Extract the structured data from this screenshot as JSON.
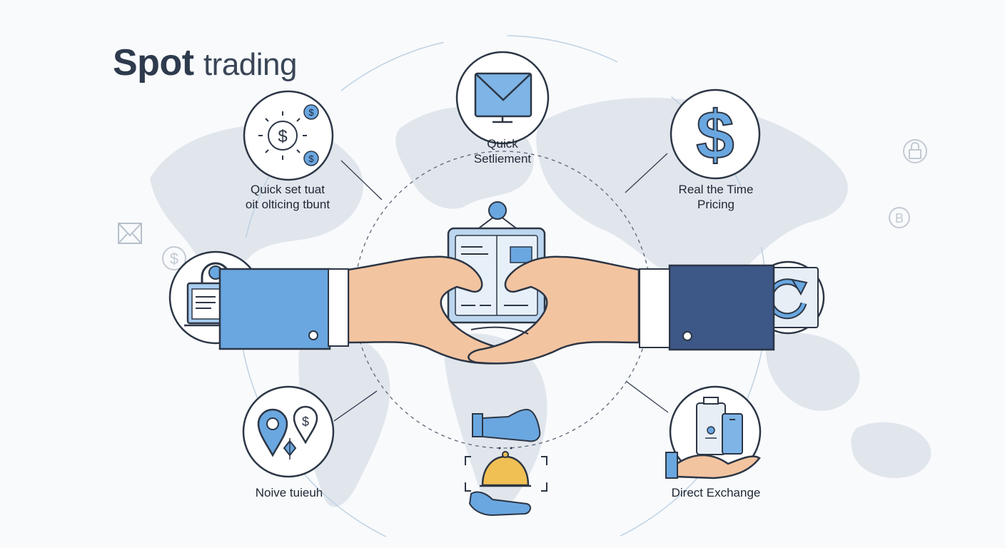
{
  "title": {
    "bold": "Spot",
    "light": "trading"
  },
  "labels": {
    "top_left": {
      "line1": "Quick set tuat",
      "line2": "oit olticing tbunt"
    },
    "top_center": {
      "line1": "Quick",
      "line2": "Setliement"
    },
    "top_right": {
      "line1": "Real the Time",
      "line2": "Pricing"
    },
    "bottom_left": {
      "line1": "Noive tuieuh"
    },
    "bottom_right": {
      "line1": "Direct Exchange"
    }
  },
  "colors": {
    "accent_blue": "#6aa7e0",
    "navy": "#3d5787",
    "outline": "#2c3645",
    "skin": "#f3c4a0",
    "gold": "#f1c055",
    "map": "#dfe5ec"
  },
  "icons": [
    "coin-cycle-icon",
    "monitor-envelope-icon",
    "dollar-icon",
    "locked-document-icon",
    "refresh-icon",
    "location-pins-icon",
    "phone-hand-icon",
    "envelope-icon",
    "dollar-circle-icon",
    "bitcoin-icon",
    "lock-badge-icon",
    "bell-icon",
    "tablet-chart-icon"
  ]
}
